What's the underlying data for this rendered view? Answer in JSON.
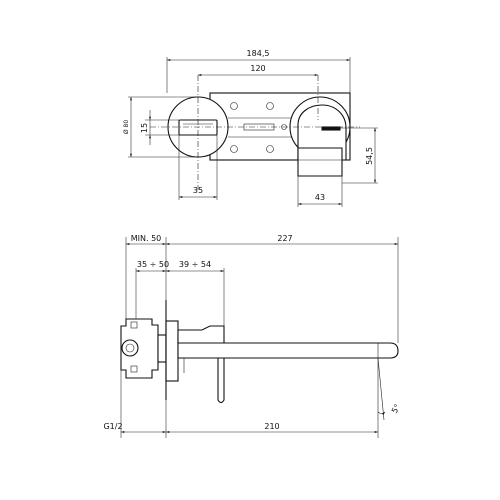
{
  "top_view": {
    "dim_total_width": "184,5",
    "dim_center_distance": "120",
    "dim_outer_diameter": "Ø 80",
    "dim_handle_thickness": "15",
    "dim_handle_offset": "35",
    "dim_spout_height": "54,5",
    "dim_spout_width": "43"
  },
  "side_view": {
    "dim_min_wall": "MIN. 50",
    "dim_spout_length": "227",
    "dim_body_range": "35 ÷ 50",
    "dim_adjust_range": "39 ÷ 54",
    "dim_thread": "G1/2",
    "dim_spout_reach": "210",
    "dim_angle": "5°"
  }
}
